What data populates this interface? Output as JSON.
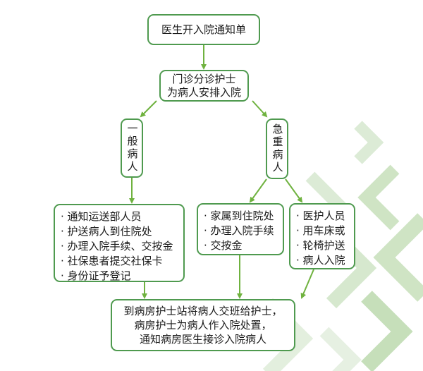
{
  "flowchart": {
    "start": "医生开入院通知单",
    "triage": [
      "门诊分诊护士",
      "为病人安排入院"
    ],
    "branch_general": "一般病人",
    "branch_urgent": "急重病人",
    "general_steps": [
      "通知运送部人员",
      "护送病人到住院处",
      "办理入院手续、交按金",
      "社保患者提交社保卡",
      "身份证予登记"
    ],
    "urgent_family_steps": [
      "家属到住院处",
      "办理入院手续",
      "交按金"
    ],
    "urgent_staff_steps": [
      "医护人员",
      "用车床或",
      "轮椅护送",
      "病人入院"
    ],
    "final": [
      "到病房护士站将病人交班给护士，",
      "病房护士为病人作入院处置，",
      "通知病房医生接诊入院病人"
    ]
  },
  "colors": {
    "border": "#4f9a4f",
    "arrow": "#6fb23f",
    "deco_light": "#dcebd6",
    "deco_mid": "#c6dfba"
  }
}
